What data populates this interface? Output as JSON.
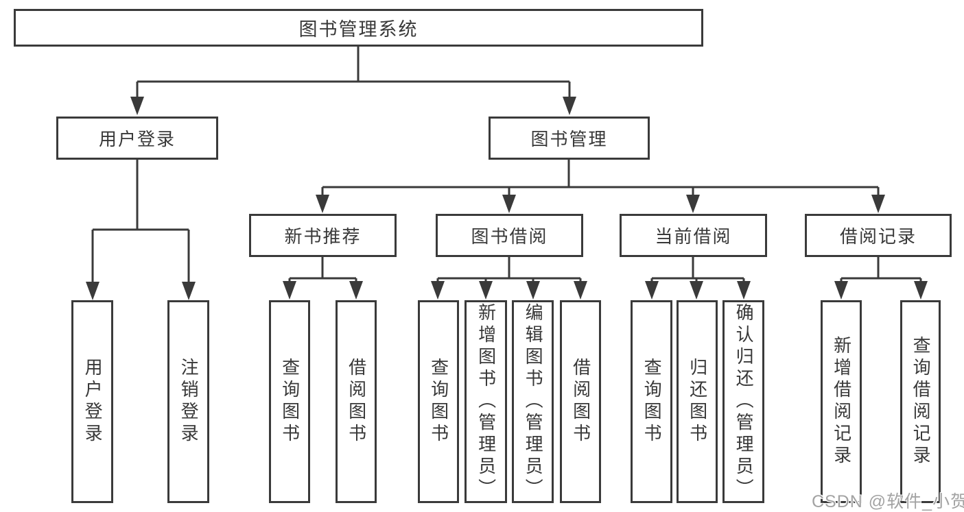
{
  "diagram": {
    "root": {
      "label": "图书管理系统"
    },
    "level2": [
      {
        "id": "user-login",
        "label": "用户登录"
      },
      {
        "id": "book-management",
        "label": "图书管理"
      }
    ],
    "level3": [
      {
        "id": "new-book-recommendation",
        "label": "新书推荐"
      },
      {
        "id": "book-borrowing",
        "label": "图书借阅"
      },
      {
        "id": "current-borrowing",
        "label": "当前借阅"
      },
      {
        "id": "borrowing-records",
        "label": "借阅记录"
      }
    ],
    "leaves": [
      {
        "parent": "user-login",
        "label": "用户登录"
      },
      {
        "parent": "user-login",
        "label": "注销登录"
      },
      {
        "parent": "new-book-recommendation",
        "label": "查询图书"
      },
      {
        "parent": "new-book-recommendation",
        "label": "借阅图书"
      },
      {
        "parent": "book-borrowing",
        "label": "查询图书"
      },
      {
        "parent": "book-borrowing",
        "label": "新增图书（管理员）"
      },
      {
        "parent": "book-borrowing",
        "label": "编辑图书（管理员）"
      },
      {
        "parent": "book-borrowing",
        "label": "借阅图书"
      },
      {
        "parent": "current-borrowing",
        "label": "查询图书"
      },
      {
        "parent": "current-borrowing",
        "label": "归还图书"
      },
      {
        "parent": "current-borrowing",
        "label": "确认归还（管理员）"
      },
      {
        "parent": "borrowing-records",
        "label": "新增借阅记录"
      },
      {
        "parent": "borrowing-records",
        "label": "查询借阅记录"
      }
    ],
    "watermark": "CSDN @软件_小贺同学",
    "colors": {
      "line": "#3a3a3a",
      "border": "#3a3a3a",
      "text": "#383838",
      "watermark": "#a3a3a3",
      "background": "#ffffff"
    }
  }
}
